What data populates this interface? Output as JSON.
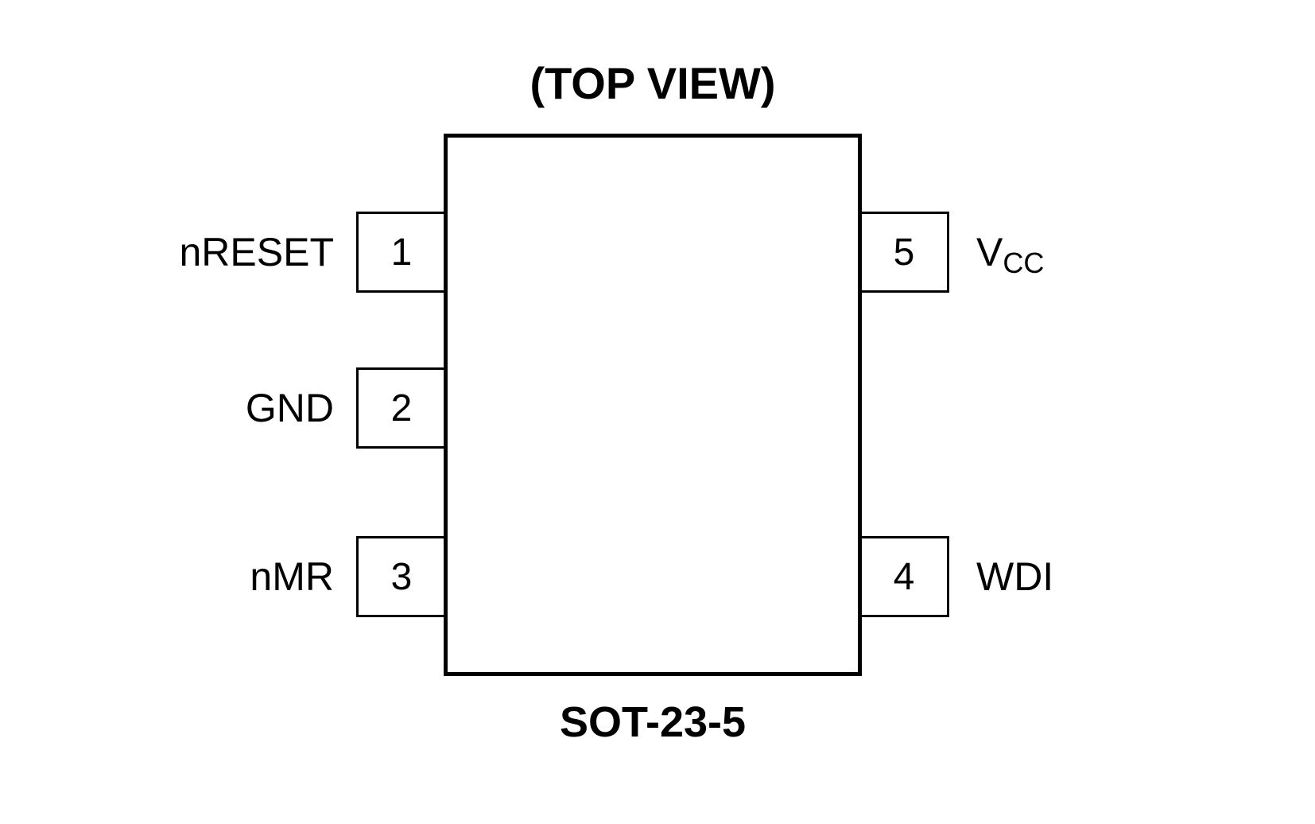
{
  "diagram": {
    "title": "(TOP VIEW)",
    "package": "SOT-23-5",
    "colors": {
      "line": "#000000",
      "background": "#ffffff"
    },
    "pins": {
      "pin1": {
        "number": "1",
        "label": "nRESET",
        "side": "left"
      },
      "pin2": {
        "number": "2",
        "label": "GND",
        "side": "left"
      },
      "pin3": {
        "number": "3",
        "label": "nMR",
        "side": "left"
      },
      "pin4": {
        "number": "4",
        "label": "WDI",
        "side": "right"
      },
      "pin5": {
        "number": "5",
        "label_base": "V",
        "label_sub": "CC",
        "side": "right"
      }
    }
  }
}
